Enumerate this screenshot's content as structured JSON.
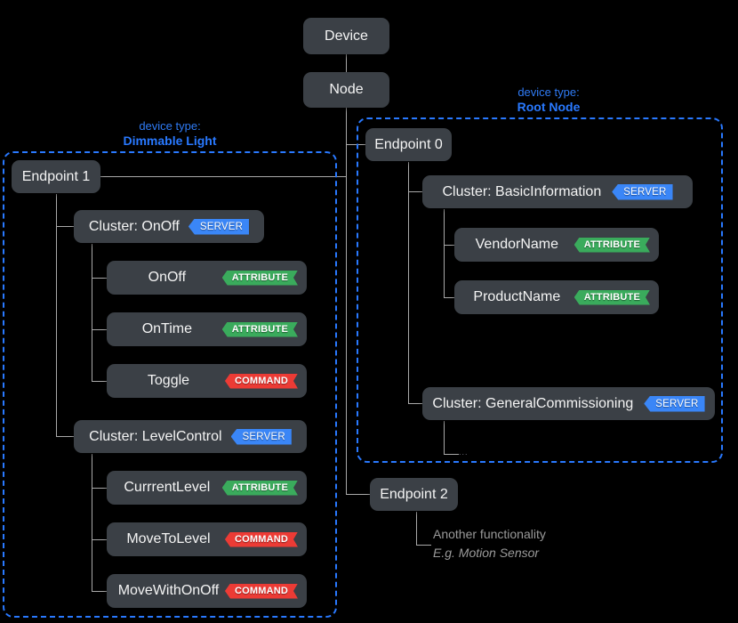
{
  "diagram": {
    "title_nodes": {
      "device": "Device",
      "node": "Node"
    },
    "badge_labels": {
      "server": "SERVER",
      "attribute": "ATTRIBUTE",
      "command": "COMMAND"
    },
    "colors": {
      "background": "#000000",
      "box_fill": "#3b4046",
      "line": "#a9a9a9",
      "region_border": "#2979ff",
      "device_type_text": "#2f7bf5",
      "badge_server": "#3a86f7",
      "badge_attribute": "#3aab5c",
      "badge_command": "#ec3b35",
      "note_text": "#9a9a9a"
    },
    "regions": {
      "left": {
        "device_type_prefix": "device type:",
        "device_type_name": "Dimmable Light"
      },
      "right": {
        "device_type_prefix": "device type:",
        "device_type_name": "Root Node"
      }
    },
    "endpoints": {
      "endpoint1": {
        "label": "Endpoint 1",
        "clusters": [
          {
            "label": "Cluster: OnOff",
            "badge": "SERVER",
            "items": [
              {
                "label": "OnOff",
                "badge": "ATTRIBUTE"
              },
              {
                "label": "OnTime",
                "badge": "ATTRIBUTE"
              },
              {
                "label": "Toggle",
                "badge": "COMMAND"
              }
            ]
          },
          {
            "label": "Cluster: LevelControl",
            "badge": "SERVER",
            "items": [
              {
                "label": "CurrrentLevel",
                "badge": "ATTRIBUTE"
              },
              {
                "label": "MoveToLevel",
                "badge": "COMMAND"
              },
              {
                "label": "MoveWithOnOff",
                "badge": "COMMAND"
              }
            ]
          }
        ]
      },
      "endpoint0": {
        "label": "Endpoint 0",
        "clusters": [
          {
            "label": "Cluster: BasicInformation",
            "badge": "SERVER",
            "items": [
              {
                "label": "VendorName",
                "badge": "ATTRIBUTE"
              },
              {
                "label": "ProductName",
                "badge": "ATTRIBUTE"
              }
            ]
          },
          {
            "label": "Cluster: GeneralCommissioning",
            "badge": "SERVER",
            "ellipsis": "..."
          }
        ]
      },
      "endpoint2": {
        "label": "Endpoint 2",
        "note_line1": "Another functionality",
        "note_line2": "E.g. Motion Sensor"
      }
    }
  }
}
